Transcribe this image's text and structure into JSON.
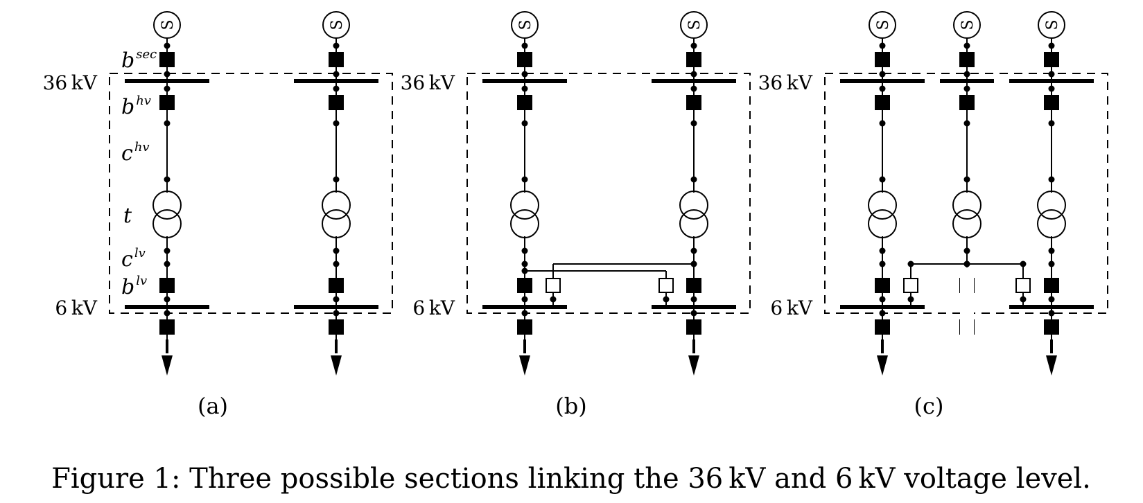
{
  "figure": {
    "caption": "Figure 1: Three possible sections linking the 36 kV and 6 kV voltage level.",
    "hv_label": "36 kV",
    "lv_label": "6 kV",
    "source_symbol": "S",
    "component_labels": {
      "b_sec_base": "b",
      "b_sec_sup": "sec",
      "b_hv_base": "b",
      "b_hv_sup": "hv",
      "c_hv_base": "c",
      "c_hv_sup": "hv",
      "t": "t",
      "c_lv_base": "c",
      "c_lv_sup": "lv",
      "b_lv_base": "b",
      "b_lv_sup": "lv"
    },
    "sections": [
      {
        "id": "a",
        "label": "(a)",
        "feeders": 2,
        "coupling": "none"
      },
      {
        "id": "b",
        "label": "(b)",
        "feeders": 2,
        "coupling": "cross-link between two feeders via two bus-coupler breakers"
      },
      {
        "id": "c",
        "label": "(c)",
        "feeders": 3,
        "coupling": "middle feeder linked to both outer 6 kV busbars via two bus-coupler breakers"
      }
    ]
  },
  "colors": {
    "ink": "#000000",
    "background": "#ffffff"
  },
  "icons": [
    "source-icon",
    "breaker-icon",
    "transformer-icon",
    "load-arrow-icon",
    "busbar",
    "node-dot"
  ]
}
